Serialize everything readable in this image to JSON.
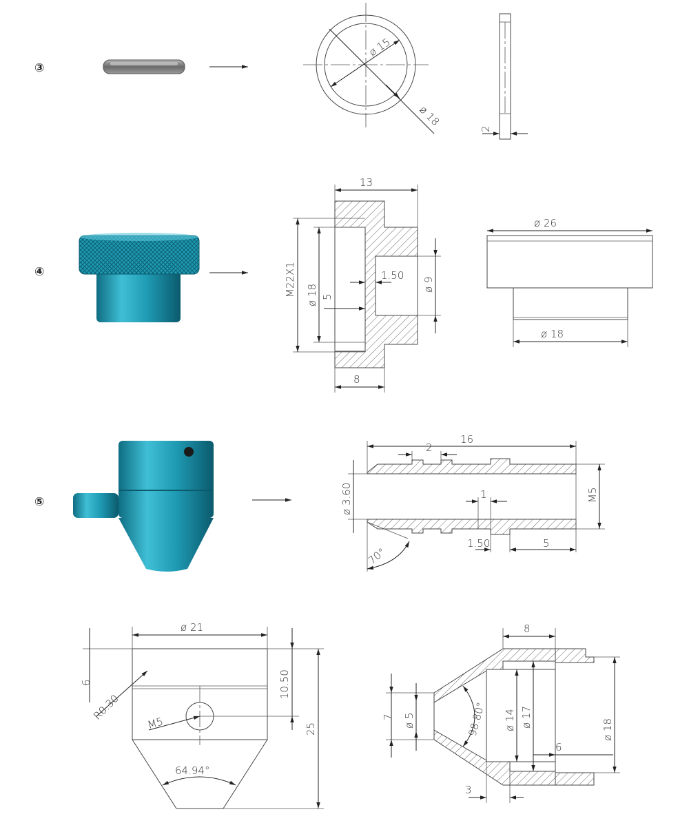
{
  "labels": {
    "part3": "③",
    "part4": "④",
    "part5": "⑤"
  },
  "colors": {
    "accent": "#1f9bb4",
    "accent_dark": "#0f6d82",
    "accent_light": "#5cc8dc",
    "steel": "#8a8a8a",
    "line": "#444444"
  },
  "part3": {
    "d_inner": "ø 15",
    "d_outer": "ø 18",
    "thickness": "2"
  },
  "part4": {
    "section": {
      "len_top": "13",
      "thread": "M22X1",
      "d_bore": "ø 18",
      "depth": "5",
      "step": "1.50",
      "d_hole": "ø 9",
      "len_bottom": "8"
    },
    "side": {
      "d_top": "ø 26",
      "d_bottom": "ø 18"
    }
  },
  "part5": {
    "length": "16",
    "groove": "2",
    "hole": "ø 3.60",
    "slot": "1",
    "thread": "M5",
    "step": "1.50",
    "offset": "5",
    "angle": "70°"
  },
  "nozzle_front": {
    "d_top": "ø 21",
    "chamfer": "6",
    "radius": "R0.30",
    "port": "M5",
    "upper_h": "10.50",
    "total_h": "25",
    "cone_angle": "64.94°"
  },
  "nozzle_section": {
    "top_w": "8",
    "tip_len": "7",
    "d_tip": "ø 5",
    "cone_angle": "98.80°",
    "d_mid": "ø 14",
    "d_inner": "ø 17",
    "inner_step": "6",
    "d_outer": "ø 18",
    "tip_w": "3"
  }
}
